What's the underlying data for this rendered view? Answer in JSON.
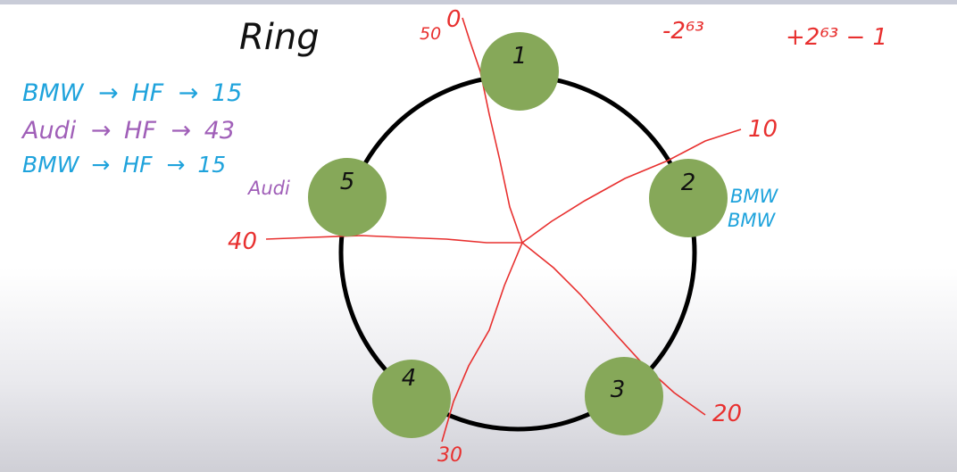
{
  "title": "Ring",
  "hash_notes": [
    {
      "key": "BMW",
      "fn": "HF",
      "value": "15",
      "color": "#1fa3dc"
    },
    {
      "key": "Audi",
      "fn": "HF",
      "value": "43",
      "color": "#a05fb8"
    },
    {
      "key": "BMW",
      "fn": "HF",
      "value": "15",
      "color": "#1fa3dc"
    }
  ],
  "arrow_glyph": "→",
  "range": {
    "min": "-2⁶³",
    "max": "+2⁶³ − 1"
  },
  "nodes": [
    {
      "label": "1"
    },
    {
      "label": "2"
    },
    {
      "label": "3"
    },
    {
      "label": "4"
    },
    {
      "label": "5"
    }
  ],
  "partition_tokens": [
    {
      "lower": "50",
      "upper": "0"
    },
    {
      "label": "10"
    },
    {
      "label": "20"
    },
    {
      "label": "30"
    },
    {
      "label": "40"
    }
  ],
  "node_annotations": {
    "node2": [
      "BMW",
      "BMW"
    ],
    "node5": [
      "Audi"
    ]
  },
  "colors": {
    "ring": "#000000",
    "node_fill": "#86a859",
    "partition_line": "#e8302f",
    "red_text": "#e8302f",
    "blue_text": "#1fa3dc",
    "purple_text": "#a05fb8"
  }
}
